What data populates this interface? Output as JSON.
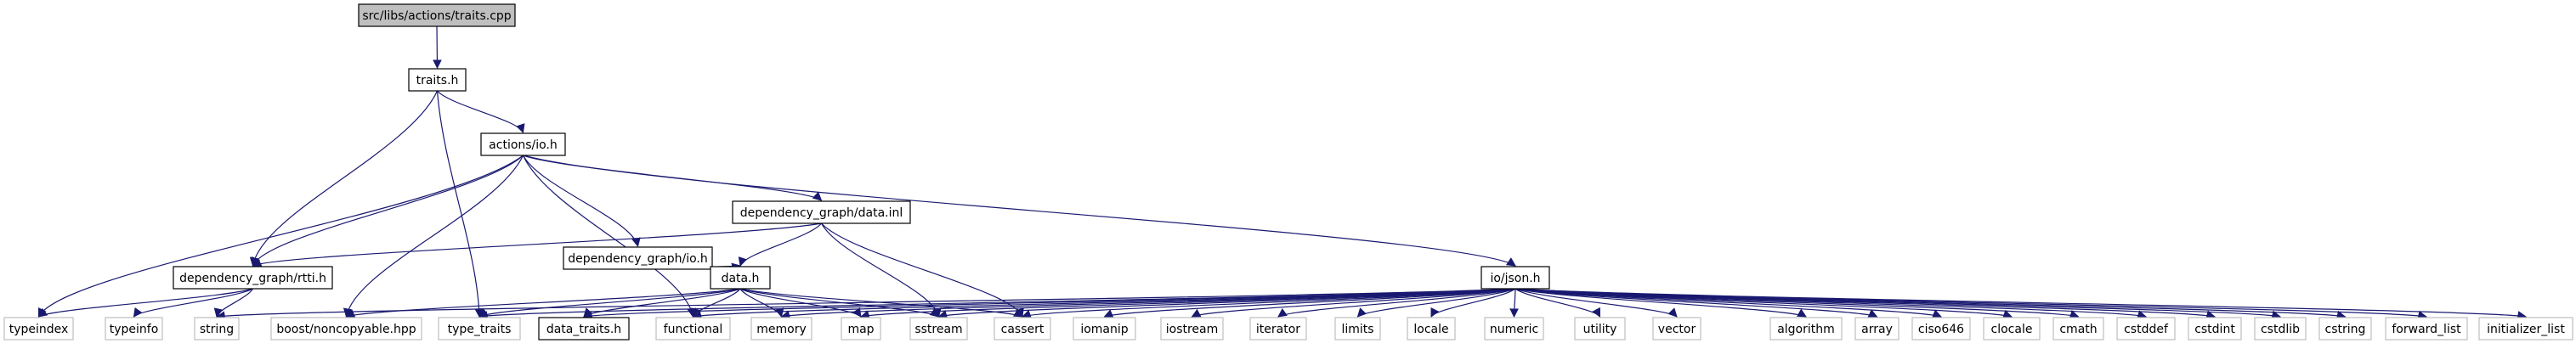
{
  "diagram": {
    "nodes": [
      {
        "id": "root",
        "label": "src/libs/actions/traits.cpp",
        "style": "root"
      },
      {
        "id": "traits_h",
        "label": "traits.h",
        "style": "local"
      },
      {
        "id": "actions_io_h",
        "label": "actions/io.h",
        "style": "local"
      },
      {
        "id": "dg_io_h",
        "label": "dependency_graph/io.h",
        "style": "local"
      },
      {
        "id": "dg_data_inl",
        "label": "dependency_graph/data.inl",
        "style": "local"
      },
      {
        "id": "io_json_h",
        "label": "io/json.h",
        "style": "local"
      },
      {
        "id": "dg_rtti_h",
        "label": "dependency_graph/rtti.h",
        "style": "local"
      },
      {
        "id": "data_h",
        "label": "data.h",
        "style": "local"
      },
      {
        "id": "typeindex",
        "label": "typeindex",
        "style": "system"
      },
      {
        "id": "typeinfo",
        "label": "typeinfo",
        "style": "system"
      },
      {
        "id": "string",
        "label": "string",
        "style": "system"
      },
      {
        "id": "boost_nc",
        "label": "boost/noncopyable.hpp",
        "style": "system"
      },
      {
        "id": "type_traits",
        "label": "type_traits",
        "style": "system"
      },
      {
        "id": "data_traits_h",
        "label": "data_traits.h",
        "style": "local"
      },
      {
        "id": "functional",
        "label": "functional",
        "style": "system"
      },
      {
        "id": "memory",
        "label": "memory",
        "style": "system"
      },
      {
        "id": "map",
        "label": "map",
        "style": "system"
      },
      {
        "id": "sstream",
        "label": "sstream",
        "style": "system"
      },
      {
        "id": "cassert",
        "label": "cassert",
        "style": "system"
      },
      {
        "id": "iomanip",
        "label": "iomanip",
        "style": "system"
      },
      {
        "id": "iostream",
        "label": "iostream",
        "style": "system"
      },
      {
        "id": "iterator",
        "label": "iterator",
        "style": "system"
      },
      {
        "id": "limits",
        "label": "limits",
        "style": "system"
      },
      {
        "id": "locale",
        "label": "locale",
        "style": "system"
      },
      {
        "id": "numeric",
        "label": "numeric",
        "style": "system"
      },
      {
        "id": "utility",
        "label": "utility",
        "style": "system"
      },
      {
        "id": "vector",
        "label": "vector",
        "style": "system"
      },
      {
        "id": "algorithm",
        "label": "algorithm",
        "style": "system"
      },
      {
        "id": "array",
        "label": "array",
        "style": "system"
      },
      {
        "id": "ciso646",
        "label": "ciso646",
        "style": "system"
      },
      {
        "id": "clocale",
        "label": "clocale",
        "style": "system"
      },
      {
        "id": "cmath",
        "label": "cmath",
        "style": "system"
      },
      {
        "id": "cstddef",
        "label": "cstddef",
        "style": "system"
      },
      {
        "id": "cstdint",
        "label": "cstdint",
        "style": "system"
      },
      {
        "id": "cstdlib",
        "label": "cstdlib",
        "style": "system"
      },
      {
        "id": "cstring",
        "label": "cstring",
        "style": "system"
      },
      {
        "id": "forward_list",
        "label": "forward_list",
        "style": "system"
      },
      {
        "id": "initializer_list",
        "label": "initializer_list",
        "style": "system"
      }
    ],
    "edges": [
      [
        "root",
        "traits_h"
      ],
      [
        "traits_h",
        "actions_io_h"
      ],
      [
        "traits_h",
        "dg_rtti_h"
      ],
      [
        "traits_h",
        "type_traits"
      ],
      [
        "actions_io_h",
        "dg_io_h"
      ],
      [
        "actions_io_h",
        "dg_data_inl"
      ],
      [
        "actions_io_h",
        "io_json_h"
      ],
      [
        "actions_io_h",
        "dg_rtti_h"
      ],
      [
        "actions_io_h",
        "typeindex"
      ],
      [
        "actions_io_h",
        "boost_nc"
      ],
      [
        "actions_io_h",
        "functional"
      ],
      [
        "dg_io_h",
        "data_h"
      ],
      [
        "dg_data_inl",
        "data_h"
      ],
      [
        "dg_data_inl",
        "dg_rtti_h"
      ],
      [
        "dg_data_inl",
        "sstream"
      ],
      [
        "dg_data_inl",
        "cassert"
      ],
      [
        "dg_rtti_h",
        "typeindex"
      ],
      [
        "dg_rtti_h",
        "typeinfo"
      ],
      [
        "dg_rtti_h",
        "string"
      ],
      [
        "data_h",
        "boost_nc"
      ],
      [
        "data_h",
        "type_traits"
      ],
      [
        "data_h",
        "data_traits_h"
      ],
      [
        "data_h",
        "functional"
      ],
      [
        "data_h",
        "memory"
      ],
      [
        "data_h",
        "map"
      ],
      [
        "data_h",
        "sstream"
      ],
      [
        "data_h",
        "cassert"
      ],
      [
        "io_json_h",
        "string"
      ],
      [
        "io_json_h",
        "type_traits"
      ],
      [
        "io_json_h",
        "data_traits_h"
      ],
      [
        "io_json_h",
        "functional"
      ],
      [
        "io_json_h",
        "memory"
      ],
      [
        "io_json_h",
        "map"
      ],
      [
        "io_json_h",
        "sstream"
      ],
      [
        "io_json_h",
        "cassert"
      ],
      [
        "io_json_h",
        "iomanip"
      ],
      [
        "io_json_h",
        "iostream"
      ],
      [
        "io_json_h",
        "iterator"
      ],
      [
        "io_json_h",
        "limits"
      ],
      [
        "io_json_h",
        "locale"
      ],
      [
        "io_json_h",
        "numeric"
      ],
      [
        "io_json_h",
        "utility"
      ],
      [
        "io_json_h",
        "vector"
      ],
      [
        "io_json_h",
        "algorithm"
      ],
      [
        "io_json_h",
        "array"
      ],
      [
        "io_json_h",
        "ciso646"
      ],
      [
        "io_json_h",
        "clocale"
      ],
      [
        "io_json_h",
        "cmath"
      ],
      [
        "io_json_h",
        "cstddef"
      ],
      [
        "io_json_h",
        "cstdint"
      ],
      [
        "io_json_h",
        "cstdlib"
      ],
      [
        "io_json_h",
        "cstring"
      ],
      [
        "io_json_h",
        "forward_list"
      ],
      [
        "io_json_h",
        "initializer_list"
      ]
    ],
    "colors": {
      "edge": "#191970",
      "root_fill": "#bfbfbf",
      "local_border": "#000000",
      "system_border": "#bfbfbf",
      "system_text": "#000000",
      "background": "#ffffff"
    }
  }
}
